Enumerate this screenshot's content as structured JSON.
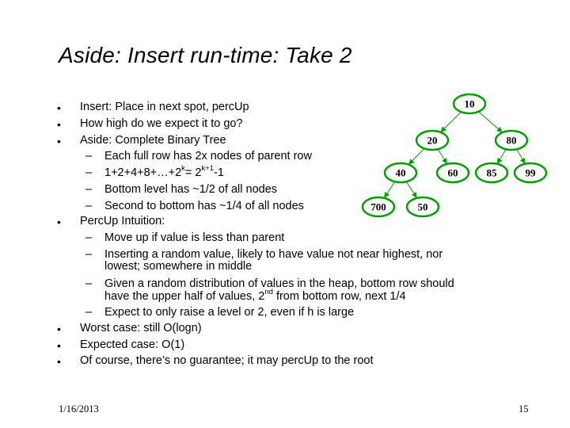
{
  "title": "Aside: Insert run-time:  Take 2",
  "bullets": {
    "b1": "Insert: Place in next spot, percUp",
    "b2": "How high do we expect it to go?",
    "b3": "Aside: Complete Binary Tree",
    "b3_sub1": "Each full row has 2x nodes of parent row",
    "b3_sub2_prefix": "1+2+4+8+…+2",
    "b3_sub2_exp1": "k",
    "b3_sub2_mid": "= 2",
    "b3_sub2_exp2": "k+1",
    "b3_sub2_suffix": "-1",
    "b3_sub3": "Bottom level has ~1/2 of all nodes",
    "b3_sub4": "Second to bottom has ~1/4 of all nodes",
    "b4": "PercUp Intuition:",
    "b4_sub1": "Move up if value is less than parent",
    "b4_sub2_line1": "Inserting a random value, likely to have value not near highest, nor",
    "b4_sub2_line2": "lowest; somewhere in middle",
    "b4_sub3_line1": "Given a random distribution of values in the heap, bottom row should",
    "b4_sub3_line2_prefix": "have the upper half of values, 2",
    "b4_sub3_line2_sup": "nd",
    "b4_sub3_line2_suffix": " from bottom row, next 1/4",
    "b4_sub4": "Expect to only raise a level or 2, even if h is large",
    "b5": "Worst case: still O(logn)",
    "b6": "Expected case: O(1)",
    "b7": "Of course, there’s no guarantee; it may percUp to the root"
  },
  "bullet_glyph": "•",
  "dash_glyph": "–",
  "tree": {
    "node_color": "#00a000",
    "nodes": [
      "10",
      "20",
      "80",
      "40",
      "60",
      "85",
      "99",
      "700",
      "50"
    ]
  },
  "footer": {
    "date": "1/16/2013",
    "page": "15"
  }
}
